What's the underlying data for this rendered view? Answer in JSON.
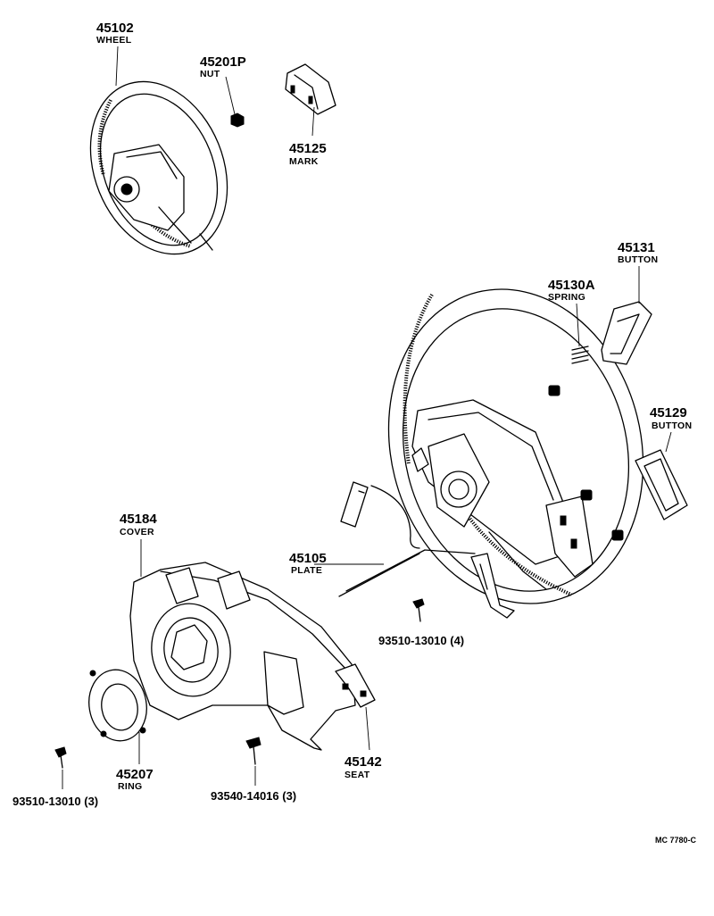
{
  "parts": [
    {
      "key": "wheel_top",
      "number": "45102",
      "name": "WHEEL"
    },
    {
      "key": "nut",
      "number": "45201P",
      "name": "NUT"
    },
    {
      "key": "mark",
      "number": "45125",
      "name": "MARK"
    },
    {
      "key": "button_top",
      "number": "45131",
      "name": "BUTTON"
    },
    {
      "key": "spring",
      "number": "45130A",
      "name": "SPRING"
    },
    {
      "key": "button_side",
      "number": "45129",
      "name": "BUTTON"
    },
    {
      "key": "cover",
      "number": "45184",
      "name": "COVER"
    },
    {
      "key": "plate",
      "number": "45105",
      "name": "PLATE"
    },
    {
      "key": "ring",
      "number": "45207",
      "name": "RING"
    },
    {
      "key": "seat",
      "number": "45142",
      "name": "SEAT"
    }
  ],
  "screws": [
    {
      "key": "screw_center",
      "code": "93510-13010 (4)"
    },
    {
      "key": "screw_left",
      "code": "93510-13010 (3)"
    },
    {
      "key": "screw_bottom",
      "code": "93540-14016 (3)"
    }
  ],
  "figure_ref": "MC 7780-C"
}
